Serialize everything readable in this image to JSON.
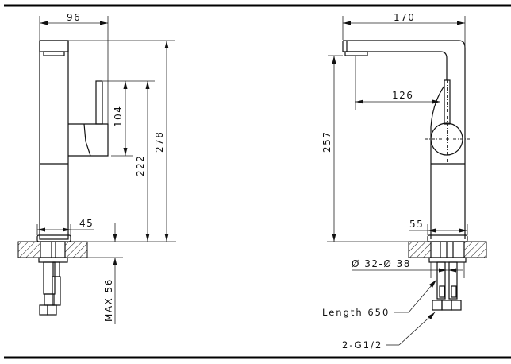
{
  "drawing": {
    "subject": "Single-lever basin faucet technical drawing",
    "side_view": {
      "dimensions": {
        "spout_depth": "96",
        "lever_height": "104",
        "lever_top_height": "222",
        "total_height": "278",
        "base_diameter": "45",
        "max_deck_thickness": "MAX 56"
      }
    },
    "front_view": {
      "dimensions": {
        "total_width": "170",
        "spout_reach": "126",
        "outlet_height": "257",
        "base_diameter": "55",
        "hole_diameter": "Ø 32-Ø 38"
      },
      "callouts": {
        "hose_length": "Length 650",
        "connection": "2-G1/2"
      }
    }
  }
}
